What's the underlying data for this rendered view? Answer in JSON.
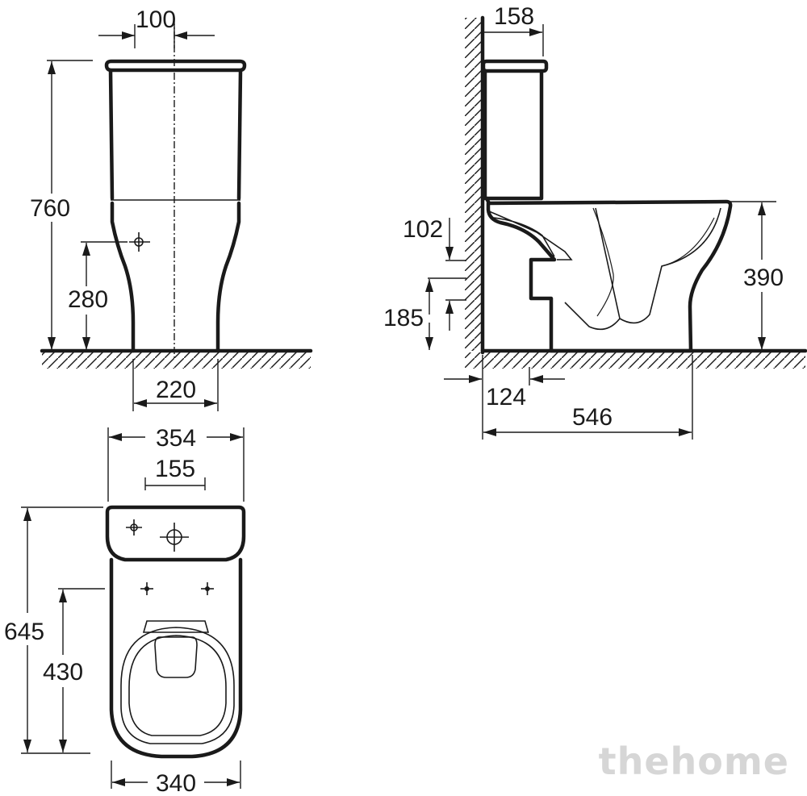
{
  "front_view": {
    "dim_top_width": "100",
    "dim_height_total": "760",
    "dim_inlet_height": "280",
    "dim_base_width": "220"
  },
  "side_view": {
    "dim_tank_depth": "158",
    "dim_upper": "102",
    "dim_outlet_height": "185",
    "dim_seat_height": "390",
    "dim_outlet_offset": "124",
    "dim_total_depth": "546"
  },
  "plan_view": {
    "dim_tank_width": "354",
    "dim_hole_spacing": "155",
    "dim_total_length": "645",
    "dim_bowl_length": "430",
    "dim_bowl_width": "340"
  },
  "watermark": "thehome"
}
